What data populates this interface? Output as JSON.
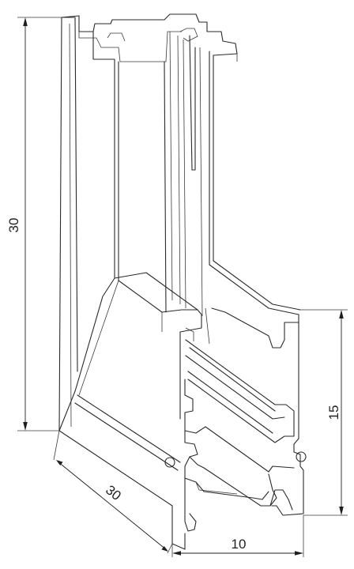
{
  "dimensions": {
    "height_label": "30",
    "depth_label": "30",
    "width_label": "10",
    "lower_height_label": "15"
  }
}
